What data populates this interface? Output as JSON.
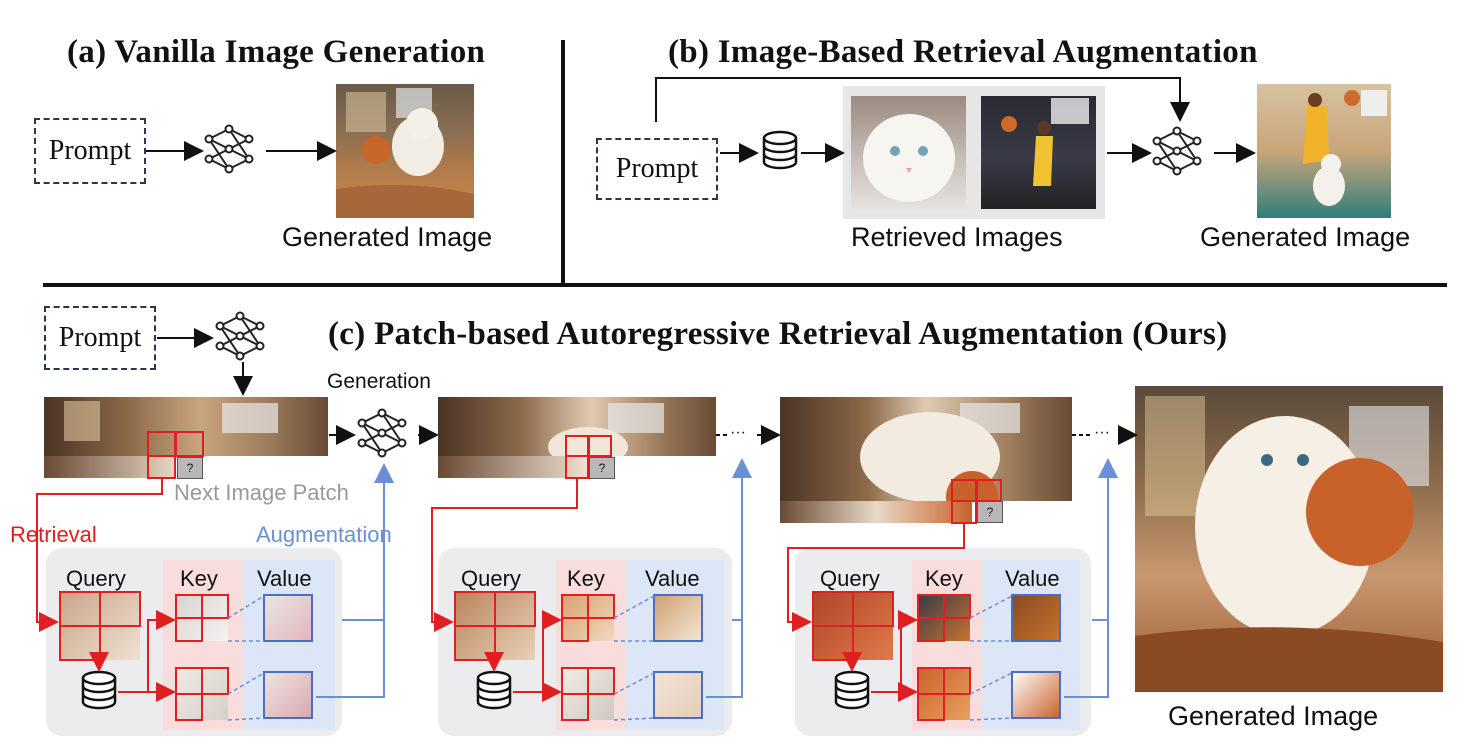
{
  "panel_a": {
    "title": "(a) Vanilla Image Generation",
    "prompt": "Prompt",
    "caption": "Generated Image"
  },
  "panel_b": {
    "title": "(b) Image-Based Retrieval Augmentation",
    "prompt": "Prompt",
    "retrieved_caption": "Retrieved Images",
    "generated_caption": "Generated Image"
  },
  "panel_c": {
    "title": "(c) Patch-based Autoregressive Retrieval Augmentation (Ours)",
    "prompt": "Prompt",
    "generation_label": "Generation",
    "next_patch_label": "Next Image Patch",
    "retrieval_label": "Retrieval",
    "augmentation_label": "Augmentation",
    "query_label": "Query",
    "key_label": "Key",
    "value_label": "Value",
    "unknown_mark": "?",
    "ellipsis": "···",
    "final_caption": "Generated Image"
  },
  "colors": {
    "retrieval_red": "#e02020",
    "augmentation_blue": "#6b8fd6",
    "next_patch_gray": "#999999",
    "panel_gray": "#ececee",
    "key_pink": "#f9dcdc",
    "value_blue": "#dce6f7"
  },
  "icons": [
    "neural-network-icon",
    "database-icon",
    "arrow-icon"
  ]
}
